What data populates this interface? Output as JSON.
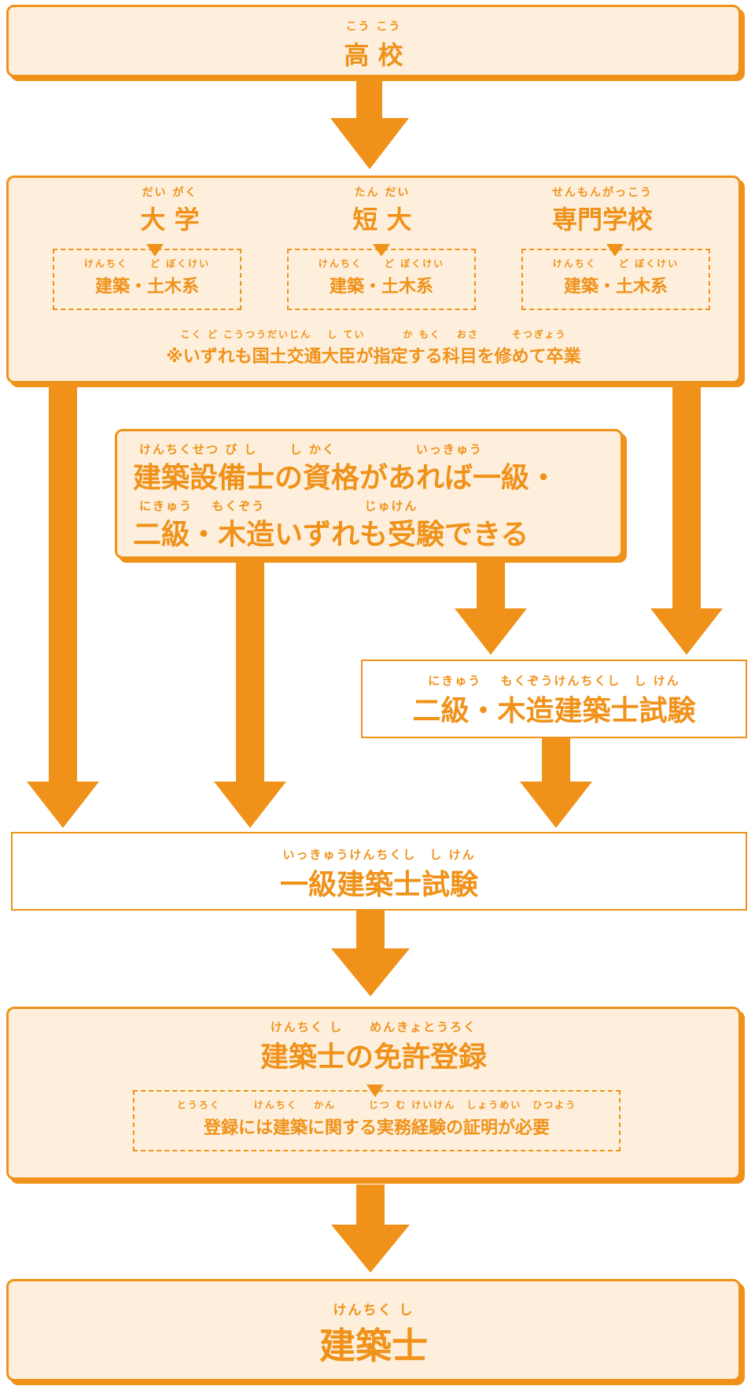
{
  "highschool": {
    "ruby": "こう こう",
    "label": "高 校"
  },
  "schools": [
    {
      "ruby": "だい がく",
      "label": "大 学",
      "dept_ruby": "けんちく　　ど ぼくけい",
      "dept": "建築・土木系"
    },
    {
      "ruby": "たん だい",
      "label": "短 大",
      "dept_ruby": "けんちく　　ど ぼくけい",
      "dept": "建築・土木系"
    },
    {
      "ruby": "せんもんがっこう",
      "label": "専門学校",
      "dept_ruby": "けんちく　　ど ぼくけい",
      "dept": "建築・土木系"
    }
  ],
  "schools_note": {
    "ruby": "こく ど こうつうだいじん　 し てい　　　 か もく　 おさ　　　そつぎょう",
    "label": "※いずれも国土交通大臣が指定する科目を修めて卒業"
  },
  "equipment": {
    "ruby1": "けんちくせつ び し　　 し かく　　　　　　いっきゅう",
    "line1": "建築設備士の資格があれば一級・",
    "ruby2": "にきゅう　 もくぞう　　　　　　　 じゅけん",
    "line2": "二級・木造いずれも受験できる"
  },
  "second_exam": {
    "ruby": "にきゅう　 もくぞうけんちくし　し けん",
    "label": "二級・木造建築士試験"
  },
  "first_exam": {
    "ruby": "いっきゅうけんちくし　し けん",
    "label": "一級建築士試験"
  },
  "license": {
    "ruby": "けんちく し　　めんきょとうろく",
    "label": "建築士の免許登録",
    "note_ruby": "とうろく　　　けんちく　 かん　　　じつ む けいけん　しょうめい　ひつよう",
    "note": "登録には建築に関する実務経験の証明が必要"
  },
  "architect": {
    "ruby": "けんちく し",
    "label": "建築士"
  },
  "colors": {
    "accent": "#f0921a",
    "cream": "#fdefdc",
    "white": "#ffffff"
  }
}
